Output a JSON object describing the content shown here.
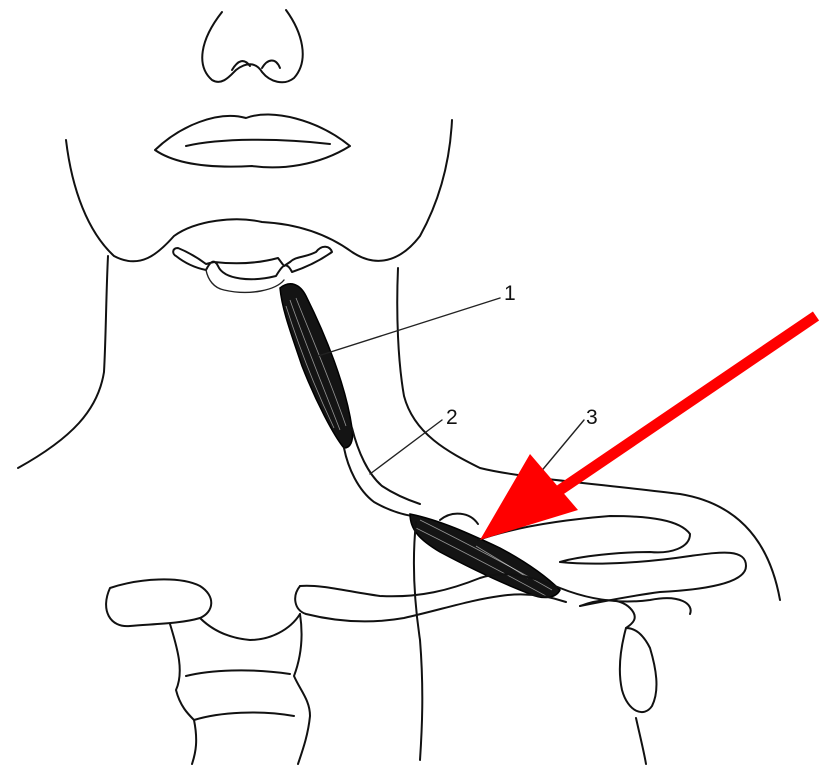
{
  "figure": {
    "labels": [
      {
        "id": "1",
        "text": "1"
      },
      {
        "id": "2",
        "text": "2"
      },
      {
        "id": "3",
        "text": "3"
      }
    ],
    "arrow_color": "#ff0000",
    "muscle_color": "#141414",
    "line_color": "#111111"
  }
}
